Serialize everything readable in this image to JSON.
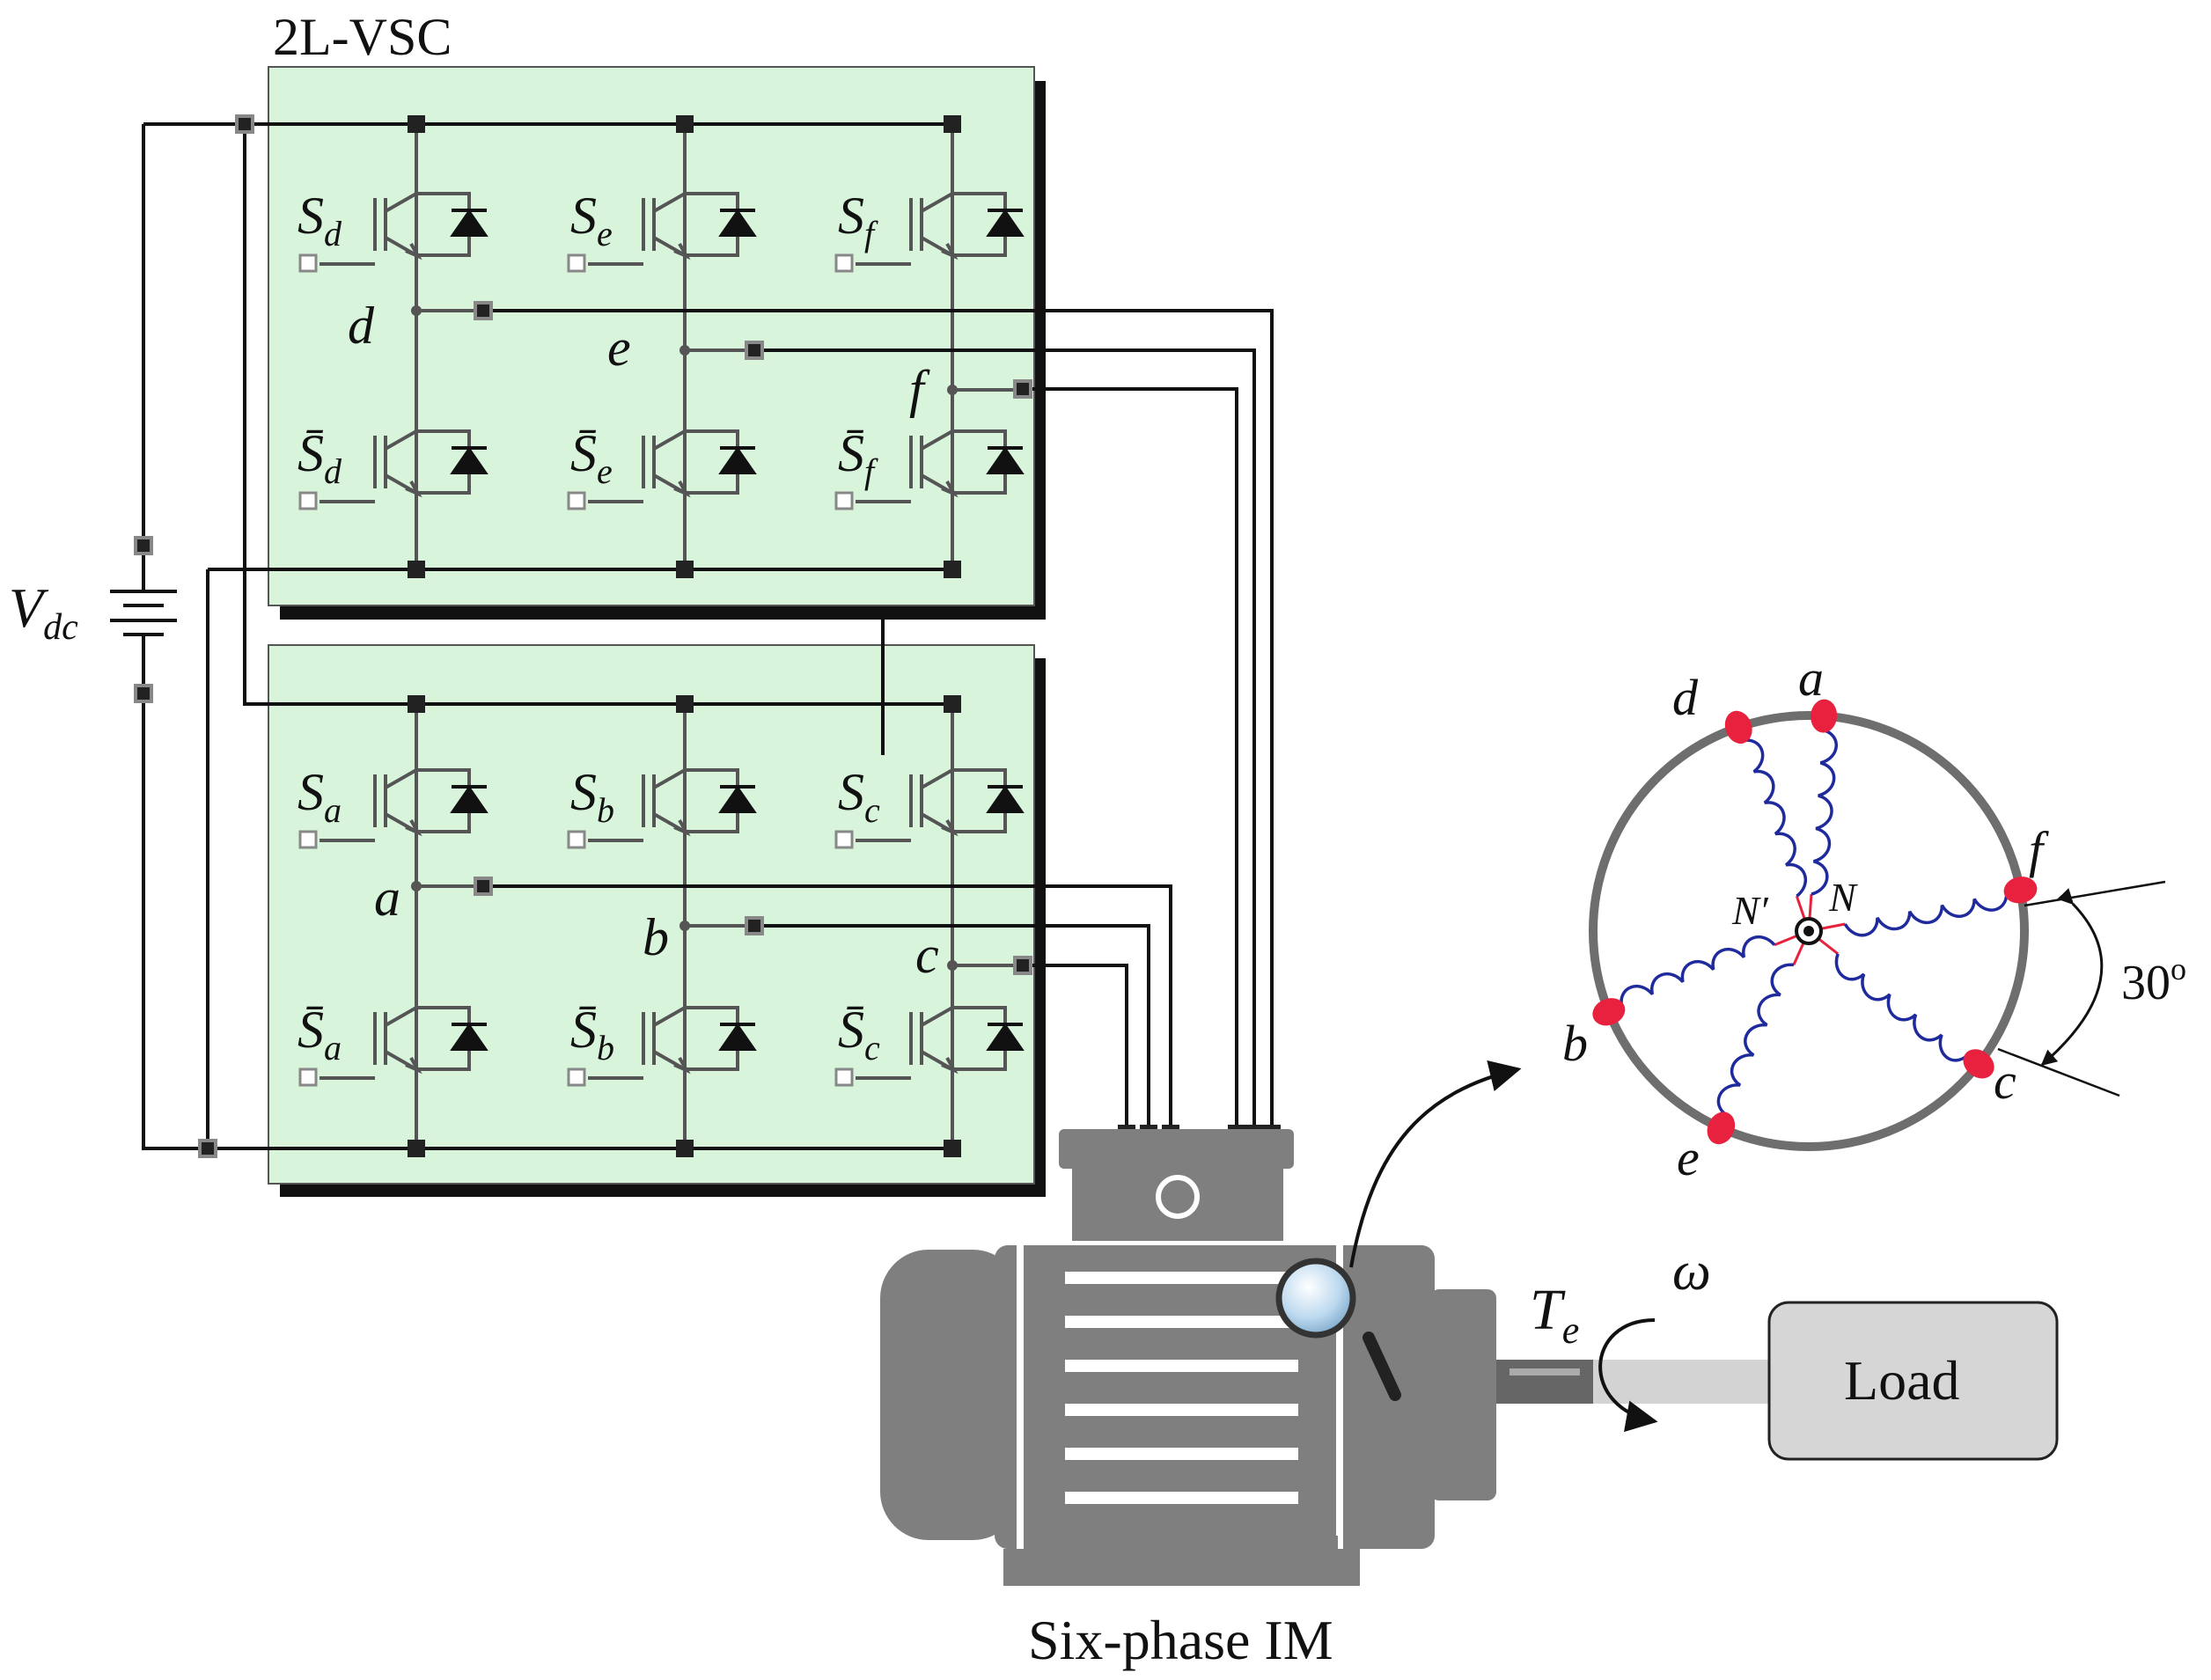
{
  "title": "2L-VSC",
  "dc_source": {
    "symbol": "V",
    "subscript": "dc"
  },
  "upper_inverter": {
    "switches_top": [
      {
        "letter": "S",
        "sub": "d"
      },
      {
        "letter": "S",
        "sub": "e"
      },
      {
        "letter": "S",
        "sub": "f"
      }
    ],
    "switches_bottom": [
      {
        "letter": "S̄",
        "sub": "d"
      },
      {
        "letter": "S̄",
        "sub": "e"
      },
      {
        "letter": "S̄",
        "sub": "f"
      }
    ],
    "nodes": [
      "d",
      "e",
      "f"
    ]
  },
  "lower_inverter": {
    "switches_top": [
      {
        "letter": "S",
        "sub": "a"
      },
      {
        "letter": "S",
        "sub": "b"
      },
      {
        "letter": "S",
        "sub": "c"
      }
    ],
    "switches_bottom": [
      {
        "letter": "S̄",
        "sub": "a"
      },
      {
        "letter": "S̄",
        "sub": "b"
      },
      {
        "letter": "S̄",
        "sub": "c"
      }
    ],
    "nodes": [
      "a",
      "b",
      "c"
    ]
  },
  "winding": {
    "terminals": [
      "a",
      "b",
      "c",
      "d",
      "e",
      "f"
    ],
    "neutral_1": "N",
    "neutral_2": "N′",
    "angle_label": "30",
    "angle_unit": "o"
  },
  "motor": {
    "label": "Six-phase IM"
  },
  "load": {
    "label": "Load"
  },
  "torque": {
    "symbol": "T",
    "subscript": "e"
  },
  "speed": {
    "symbol": "ω"
  },
  "colors": {
    "panel_fill": "#d8f5dc",
    "panel_shadow": "#111111",
    "wire": "#111111",
    "circuit": "#555555",
    "motor_body": "#7f7f7f",
    "load_fill": "#d6d6d6",
    "winding_coil": "#1f2a9c",
    "terminal_dot": "#e8223e",
    "stator_ring": "#6e6e6e"
  }
}
